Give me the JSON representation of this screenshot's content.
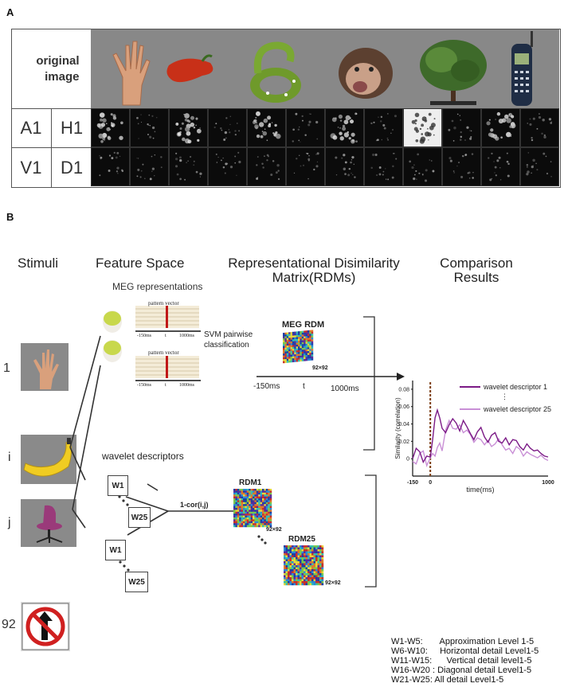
{
  "panel_a": {
    "letter": "A",
    "original_label": "original image",
    "labels": {
      "a1": "A1",
      "h1": "H1",
      "v1": "V1",
      "d1": "D1"
    },
    "objects": [
      "hand-icon",
      "pepper-icon",
      "snake-icon",
      "chimp-icon",
      "tree-icon",
      "phone-icon"
    ]
  },
  "panel_b": {
    "letter": "B",
    "headers": {
      "stimuli": "Stimuli",
      "feature_space": "Feature Space",
      "rdm": "Representational Disimilarity Matrix(RDMs)",
      "comparison": "Comparison Results"
    },
    "meg_representations": "MEG representations",
    "pattern_vector": "pattern vector",
    "pv_minus": "-150ms",
    "pv_t": "t",
    "pv_end": "1000ms",
    "svm": "SVM pairwise classification",
    "meg_rdm": "MEG RDM",
    "dim": "92×92",
    "timeline": {
      "start": "-150ms",
      "mid": "t",
      "end": "1000ms"
    },
    "wavelet_descriptors": "wavelet descriptors",
    "w1": "W1",
    "w25": "W25",
    "formula": "1-cor(i,j)",
    "rdm1": "RDM1",
    "rdm25": "RDM25",
    "stim_indices": {
      "first": "1",
      "i": "i",
      "j": "j",
      "last": "92"
    },
    "stimuli_icons": [
      "hand-photo",
      "banana-photo",
      "chair-photo",
      "no-left-turn-sign"
    ]
  },
  "chart_data": {
    "type": "line",
    "xlabel": "time(ms)",
    "ylabel": "Similarity (correlation)",
    "xlim": [
      -150,
      1000
    ],
    "ylim": [
      -0.02,
      0.09
    ],
    "xticks": [
      "-150",
      "0",
      "1000"
    ],
    "yticks": [
      "0.08",
      "0.06",
      "0.04",
      "0.02",
      "0"
    ],
    "legend_placement": "top-right",
    "legend_ellipsis": "⋮",
    "onset_marker_x": 0,
    "series": [
      {
        "name": "wavelet descriptor 1",
        "color": "#7b1a86",
        "x": [
          -150,
          -120,
          -90,
          -60,
          -30,
          0,
          20,
          40,
          60,
          80,
          100,
          130,
          160,
          190,
          220,
          250,
          280,
          310,
          340,
          370,
          400,
          430,
          460,
          490,
          520,
          550,
          580,
          610,
          640,
          670,
          700,
          730,
          760,
          790,
          820,
          850,
          880,
          910,
          940,
          970,
          1000
        ],
        "y": [
          0.0,
          0.012,
          0.008,
          -0.004,
          0.003,
          0.002,
          0.022,
          0.047,
          0.056,
          0.047,
          0.035,
          0.03,
          0.039,
          0.046,
          0.041,
          0.032,
          0.044,
          0.037,
          0.029,
          0.022,
          0.031,
          0.036,
          0.025,
          0.019,
          0.027,
          0.03,
          0.02,
          0.018,
          0.024,
          0.016,
          0.022,
          0.021,
          0.014,
          0.01,
          0.017,
          0.012,
          0.009,
          0.01,
          0.006,
          0.003,
          0.002
        ]
      },
      {
        "name": "wavelet descriptor 25",
        "color": "#c98fd6",
        "x": [
          -150,
          -120,
          -90,
          -60,
          -30,
          0,
          20,
          40,
          60,
          80,
          100,
          130,
          160,
          190,
          220,
          250,
          280,
          310,
          340,
          370,
          400,
          430,
          460,
          490,
          520,
          550,
          580,
          610,
          640,
          670,
          700,
          730,
          760,
          790,
          820,
          850,
          880,
          910,
          940,
          970,
          1000
        ],
        "y": [
          -0.003,
          -0.006,
          0.006,
          0.009,
          -0.008,
          0.001,
          0.006,
          0.003,
          0.013,
          0.018,
          0.009,
          0.033,
          0.044,
          0.035,
          0.034,
          0.039,
          0.03,
          0.033,
          0.028,
          0.019,
          0.024,
          0.022,
          0.016,
          0.021,
          0.014,
          0.017,
          0.023,
          0.016,
          0.01,
          0.012,
          0.006,
          0.014,
          0.011,
          0.003,
          0.008,
          0.005,
          0.003,
          0.001,
          0.004,
          0.0,
          -0.002
        ]
      }
    ]
  },
  "wavelet_key": [
    "W1-W5:       Approximation Level 1-5",
    "W6-W10:     Horizontal detail Level1-5",
    "W11-W15:      Vertical detail level1-5",
    "W16-W20 : Diagonal detail Level1-5",
    "W21-W25: All detail Level1-5"
  ]
}
